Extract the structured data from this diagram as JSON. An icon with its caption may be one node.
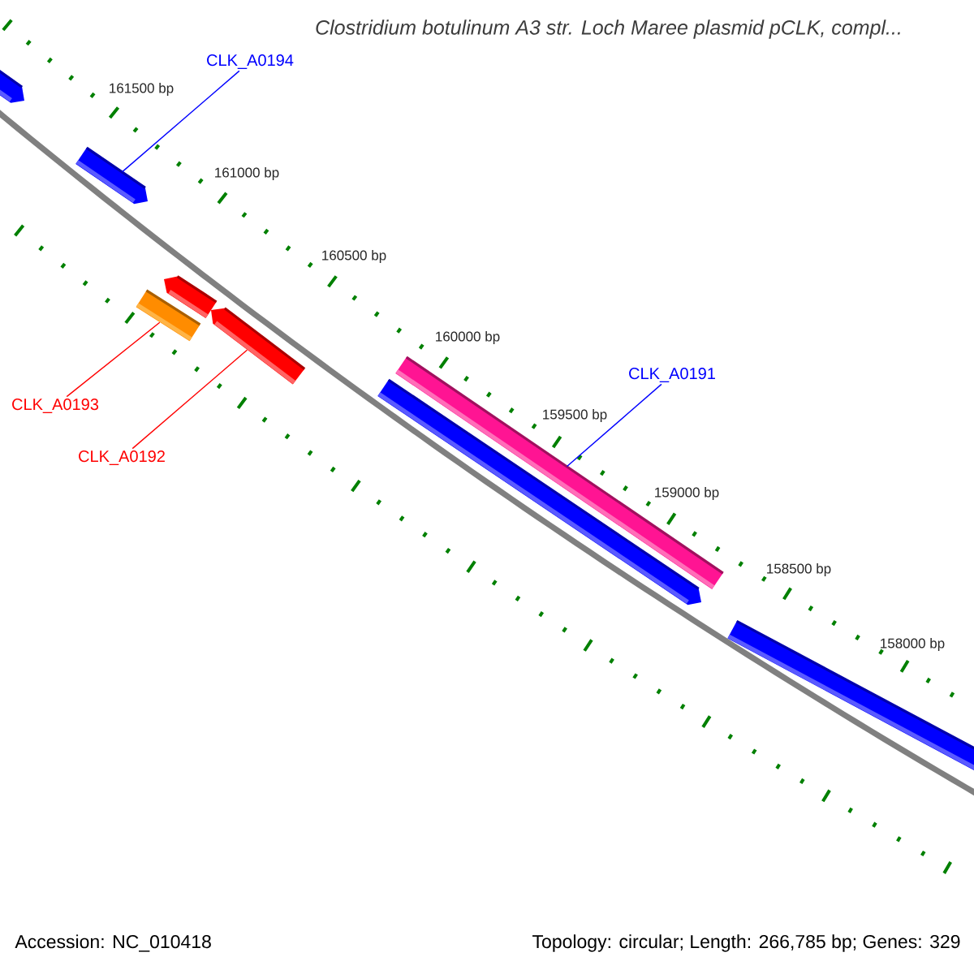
{
  "diagram": {
    "title": "Clostridium botulinum A3 str. Loch Maree plasmid pCLK, compl...",
    "nodes": [
      {
        "text": [],
        "shape": "bar"
      },
      {
        "text": [
          "CLK_A0194"
        ]
      },
      {
        "text": [],
        "shape": "bar"
      },
      {
        "text": [],
        "shape": "bar"
      },
      {
        "text": [],
        "shape": "bar"
      },
      {
        "text": [],
        "shape": "bar"
      },
      {
        "text": [
          "CLK_A0193"
        ]
      },
      {
        "text": [
          "CLK_A0192"
        ]
      },
      {
        "text": [],
        "shape": "bar"
      },
      {
        "text": [
          "CLK_A0191"
        ]
      },
      {
        "text": [],
        "shape": "bar"
      },
      {
        "text": [],
        "shape": "bar"
      }
    ],
    "edges": [
      {
        "from": 1,
        "to": 2,
        "arrow": "none",
        "color": "#0000ff"
      },
      {
        "from": 6,
        "to": 4,
        "arrow": "none",
        "color": "#ff0000"
      },
      {
        "from": 7,
        "to": 5,
        "arrow": "none",
        "color": "#ff0000"
      },
      {
        "from": 9,
        "to": 8,
        "arrow": "none",
        "color": "#0000ff"
      }
    ],
    "labels": [
      "161500 bp",
      "161000 bp",
      "160500 bp",
      "160000 bp",
      "159500 bp",
      "159000 bp",
      "158500 bp",
      "158000 bp",
      "Accession: NC_010418",
      "Topology: circular; Length: 266,785 bp; Genes: 329"
    ]
  }
}
